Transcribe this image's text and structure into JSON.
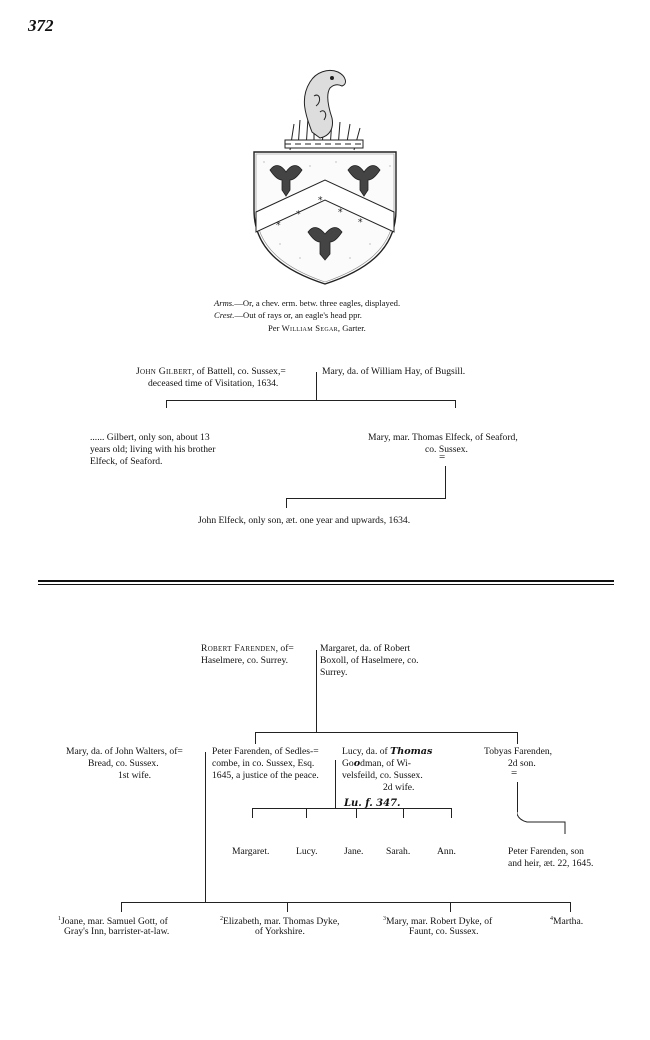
{
  "page_number": "372",
  "arms": {
    "arms_label": "Arms.",
    "arms_text": "—Or, a chev. erm. betw. three eagles, displayed.",
    "crest_label": "Crest.",
    "crest_text": "—Out of rays or, an eagle's head ppr.",
    "per_text": "Per",
    "per_name": "William Segar",
    "per_suffix": ", Garter."
  },
  "gilbert": {
    "john_name": "John Gilbert",
    "john_line1": ", of Battell, co. Sussex,=",
    "john_line2": "deceased time of Visitation, 1634.",
    "mary_line1": "Mary, da. of William Hay, of Bugsill.",
    "son_line1": "...... Gilbert, only son, about 13",
    "son_line2": "years old;  living  with  his brother",
    "son_line3": "Elfeck, of Seaford.",
    "daughter_line1": "Mary, mar. Thomas Elfeck, of Seaford,",
    "daughter_line2": "co. Sussex.",
    "grandson": "John Elfeck, only son, æt. one year and upwards, 1634."
  },
  "farenden": {
    "robert_name": "Robert Farenden",
    "robert_line1": ", of=",
    "robert_line2": "Haselmere, co. Surrey.",
    "margaret_line1": "Margaret, da. of Robert",
    "margaret_line2": "Boxoll, of Haselmere, co.",
    "margaret_line3": "Surrey.",
    "mary_w_line1": "Mary, da. of John Walters, of=",
    "mary_w_line2": "Bread, co. Sussex.",
    "mary_w_line3": "1st wife.",
    "peter_line1": "Peter Farenden, of Sedles-=",
    "peter_line2": "combe, in co. Sussex, Esq.",
    "peter_line3": "1645, a justice of the peace.",
    "lucy_line1": "Lucy, da. of",
    "lucy_hand1": "Thomas",
    "lucy_line2a": "Go",
    "lucy_line2b": "dman,  of  Wi-",
    "lucy_line3": "velsfeild, co. Sussex.",
    "lucy_line4": "2d wife.",
    "lucy_note": "Lu. f. 347.",
    "tobyas_line1": "Tobyas Farenden,",
    "tobyas_line2": "2d son.",
    "children2": [
      "Margaret.",
      "Lucy.",
      "Jane.",
      "Sarah.",
      "Ann."
    ],
    "peter_jr_line1": "Peter  Farenden,  son",
    "peter_jr_line2": "and heir, æt. 22, 1645.",
    "children1": [
      {
        "sup": "1",
        "line1": "Joane, mar. Samuel Gott, of",
        "line2": "Gray's Inn, barrister-at-law."
      },
      {
        "sup": "2",
        "line1": "Elizabeth, mar. Thomas Dyke,",
        "line2": "of Yorkshire."
      },
      {
        "sup": "3",
        "line1": "Mary, mar. Robert Dyke, of",
        "line2": "Faunt, co. Sussex."
      },
      {
        "sup": "4",
        "line1": "Martha.",
        "line2": ""
      }
    ]
  }
}
